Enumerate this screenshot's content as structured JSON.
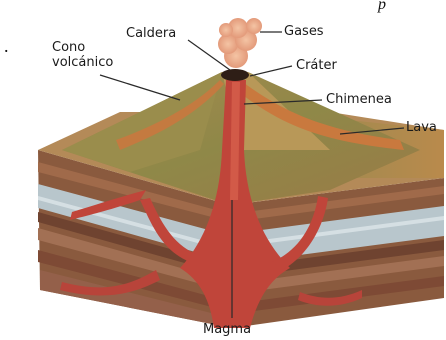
{
  "header_fragment": "p",
  "left_fragment": ".",
  "labels": {
    "caldera": "Caldera",
    "gases": "Gases",
    "cono_line1": "Cono",
    "cono_line2": "volcánico",
    "crater": "Cráter",
    "chimenea": "Chimenea",
    "lava": "Lava",
    "magma": "Magma"
  },
  "colors": {
    "magma": "#c0453a",
    "crust_brown": "#8a5a3e",
    "crust_blue": "#b7c7cf",
    "cone_green": "#8c8a4a",
    "cone_tan": "#c9a46a",
    "smoke": "#e9a383"
  }
}
